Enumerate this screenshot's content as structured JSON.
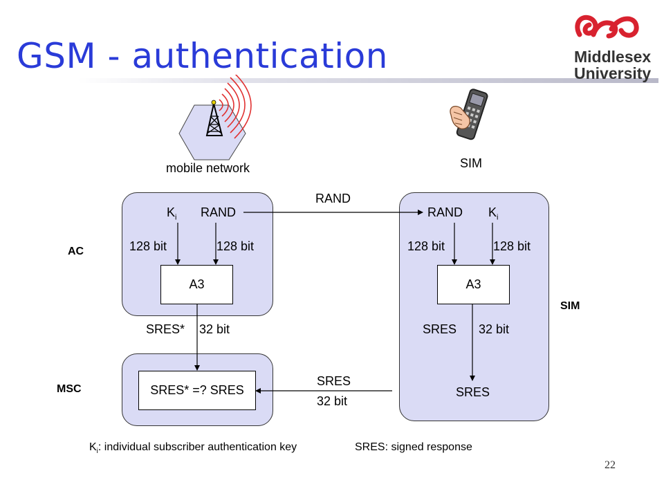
{
  "title": "GSM - authentication",
  "logo": {
    "line1": "Middlesex",
    "line2": "University",
    "red": "#d8222f"
  },
  "colors": {
    "title": "#2a3bd8",
    "panel": "#dadbf5"
  },
  "icons": {
    "network": "cell-tower-icon",
    "phone": "mobile-phone-icon"
  },
  "top": {
    "network_label": "mobile network",
    "sim_label": "SIM"
  },
  "side_labels": {
    "ac": "AC",
    "msc": "MSC",
    "sim": "SIM"
  },
  "ac_panel": {
    "ki": "K",
    "ki_sub": "i",
    "rand": "RAND",
    "bits_left": "128 bit",
    "bits_right": "128 bit",
    "algo": "A3",
    "sres_star": "SRES*",
    "sres_bits": "32 bit"
  },
  "sim_panel": {
    "rand": "RAND",
    "ki": "K",
    "ki_sub": "i",
    "bits_left": "128 bit",
    "bits_right": "128 bit",
    "algo": "A3",
    "sres": "SRES",
    "sres_bits": "32 bit",
    "sres_out": "SRES"
  },
  "msc_panel": {
    "compare": "SRES* =? SRES"
  },
  "transfers": {
    "rand": "RAND",
    "sres": "SRES",
    "sres_bits": "32 bit"
  },
  "legend": {
    "ki_letter": "K",
    "ki_sub": "i",
    "ki_desc": ": individual subscriber authentication key",
    "sres_desc": "SRES: signed response"
  },
  "page_number": "22"
}
